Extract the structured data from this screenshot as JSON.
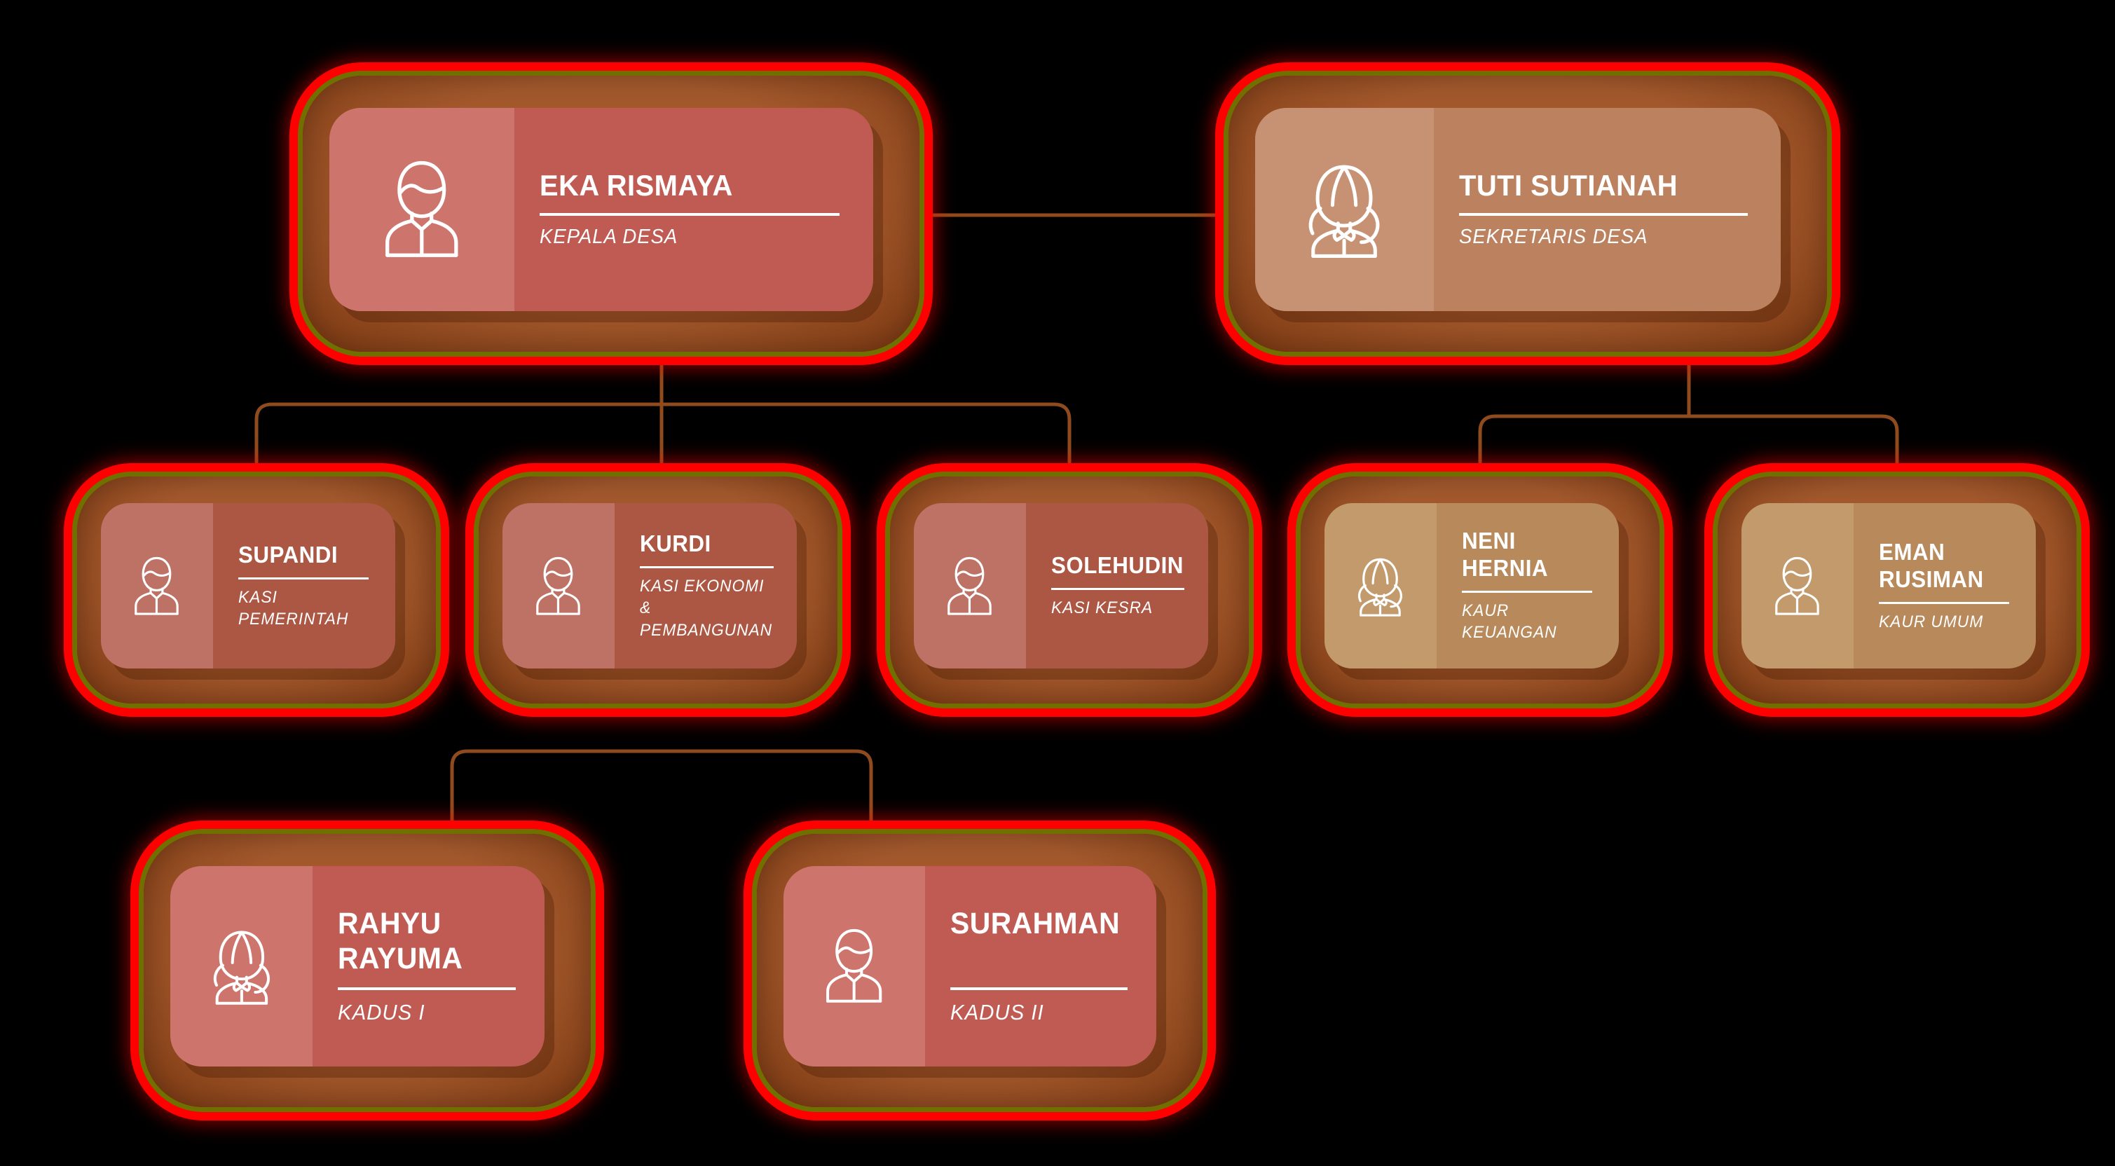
{
  "palettes": {
    "bg": "#000000",
    "connector-brown": "#8F4B1D",
    "glow-red": "#FF0000",
    "glow-olive": "#6F7000",
    "red1-main": "#C05B54",
    "red1-panel": "#CD756D",
    "red2-main": "#AC5744",
    "red2-panel": "#BE7265",
    "tan1-main": "#BC8260",
    "tan1-panel": "#C69273",
    "tan2-main": "#B8895A",
    "tan2-panel": "#C39A6C"
  },
  "nodes": [
    {
      "name": "EKA RISMAYA",
      "title": "KEPALA DESA",
      "icon": "male-avatar-icon"
    },
    {
      "name": "TUTI SUTIANAH",
      "title": "SEKRETARIS DESA",
      "icon": "female-avatar-icon"
    },
    {
      "name": "SUPANDI",
      "title": "KASI PEMERINTAH",
      "icon": "male-avatar-icon"
    },
    {
      "name": "KURDI",
      "title": "KASI EKONOMI & PEMBANGUNAN",
      "icon": "male-avatar-icon"
    },
    {
      "name": "SOLEHUDIN",
      "title": "KASI KESRA",
      "icon": "male-avatar-icon"
    },
    {
      "name": "NENI HERNIA",
      "title": "KAUR KEUANGAN",
      "icon": "female-avatar-icon"
    },
    {
      "name": "EMAN RUSIMAN",
      "title": "KAUR UMUM",
      "icon": "male-avatar-icon"
    },
    {
      "name": "RAHYU RAYUMA",
      "title": "KADUS I",
      "icon": "female-avatar-icon"
    },
    {
      "name": "SURAHMAN",
      "title": "KADUS II",
      "icon": "male-avatar-icon"
    }
  ],
  "hierarchy": {
    "peer_link": [
      "EKA RISMAYA",
      "TUTI SUTIANAH"
    ],
    "EKA RISMAYA": [
      "SUPANDI",
      "KURDI",
      "SOLEHUDIN"
    ],
    "TUTI SUTIANAH": [
      "NENI HERNIA",
      "EMAN RUSIMAN"
    ],
    "KURDI": [
      "RAHYU RAYUMA",
      "SURAHMAN"
    ]
  }
}
